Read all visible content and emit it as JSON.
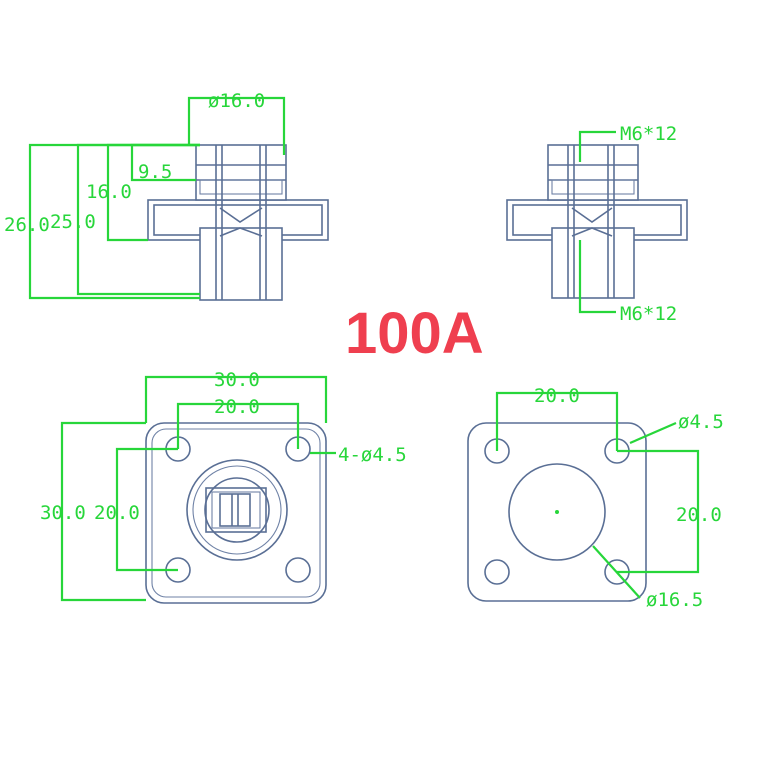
{
  "title": "100A",
  "colors": {
    "outline": "#5a6f95",
    "dimension": "#27d63a",
    "title": "#ef3f4f"
  },
  "side_view": {
    "diameter": "ø16.0",
    "height_total": "26.0",
    "height_body": "25.0",
    "height_upper": "16.0",
    "height_head": "9.5"
  },
  "side_view_right": {
    "thread_top": "M6*12",
    "thread_bottom": "M6*12"
  },
  "front_view": {
    "width_outer": "30.0",
    "hole_spacing_x": "20.0",
    "height_outer": "30.0",
    "hole_spacing_y": "20.0",
    "holes": "4-ø4.5"
  },
  "back_view": {
    "hole_spacing_x": "20.0",
    "hole_diameter": "ø4.5",
    "hole_spacing_y": "20.0",
    "center_diameter": "ø16.5"
  }
}
